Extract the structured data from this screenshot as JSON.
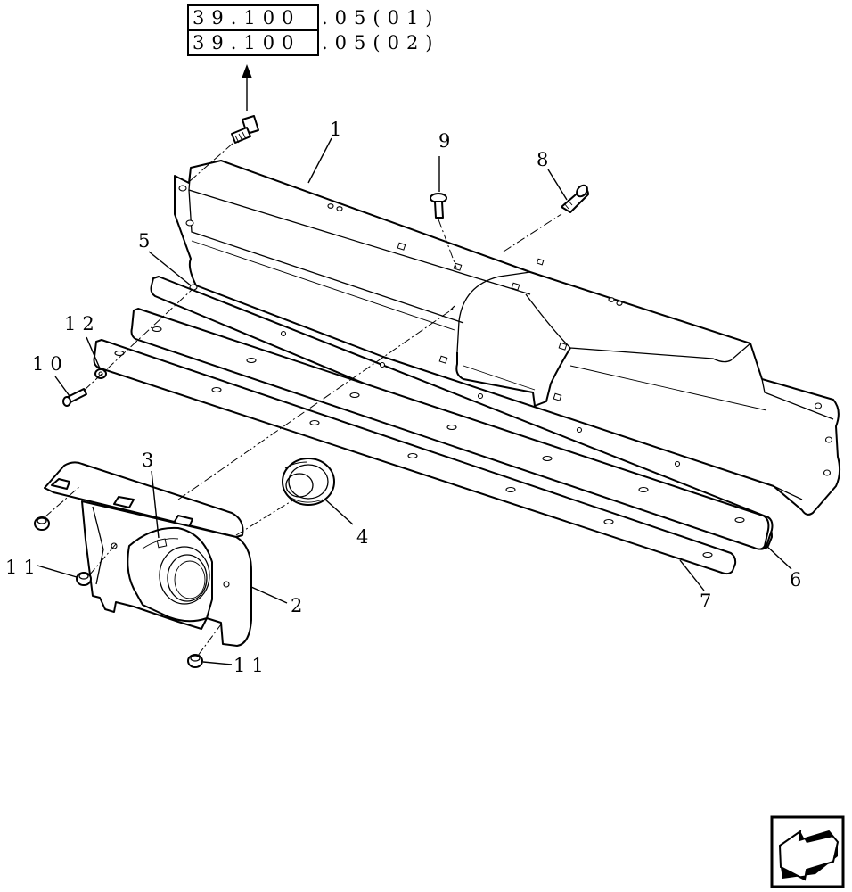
{
  "references": [
    {
      "boxed": "39.100",
      "suffix": ".05(01)"
    },
    {
      "boxed": "39.100",
      "suffix": ".05(02)"
    }
  ],
  "callouts": {
    "c1": "1",
    "c2": "2",
    "c3": "3",
    "c4": "4",
    "c5": "5",
    "c6": "6",
    "c7": "7",
    "c8": "8",
    "c9": "9",
    "c10": "10",
    "c11a": "11",
    "c11b": "11",
    "c12": "12"
  },
  "icons": {
    "nav": "return-arrow-icon",
    "up_arrow": "arrow-up-icon"
  }
}
